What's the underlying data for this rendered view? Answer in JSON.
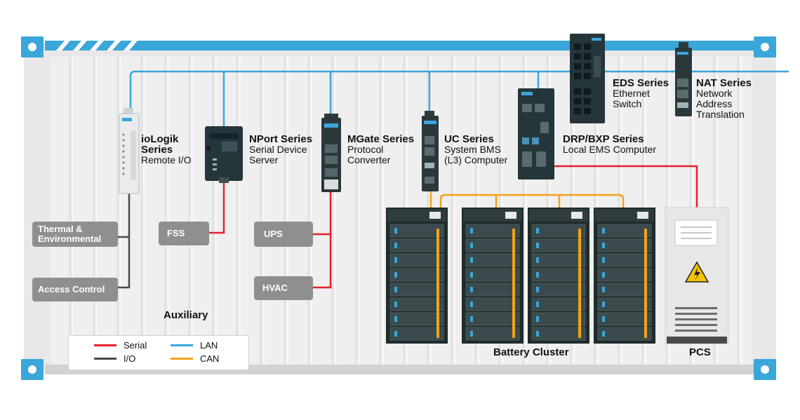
{
  "devices": {
    "iologik": {
      "title": "ioLogik\nSeries",
      "subtitle": "Remote I/O"
    },
    "nport": {
      "title": "NPort Series",
      "subtitle": "Serial Device\nServer"
    },
    "mgate": {
      "title": "MGate Series",
      "subtitle": "Protocol\nConverter"
    },
    "uc": {
      "title": "UC Series",
      "subtitle": "System BMS\n(L3) Computer"
    },
    "drp": {
      "title": "DRP/BXP Series",
      "subtitle": "Local EMS Computer"
    },
    "eds": {
      "title": "EDS Series",
      "subtitle": "Ethernet\nSwitch"
    },
    "nat": {
      "title": "NAT Series",
      "subtitle": "Network\nAddress\nTranslation"
    }
  },
  "auxiliary": {
    "thermal": "Thermal &\nEnvironmental",
    "access": "Access Control",
    "fss": "FSS",
    "ups": "UPS",
    "hvac": "HVAC",
    "caption": "Auxiliary"
  },
  "battery_cluster_label": "Battery Cluster",
  "pcs_label": "PCS",
  "legend": {
    "serial": {
      "label": "Serial",
      "color": "#e5202e"
    },
    "lan": {
      "label": "LAN",
      "color": "#3aa6da"
    },
    "io": {
      "label": "I/O",
      "color": "#4a4a4a"
    },
    "can": {
      "label": "CAN",
      "color": "#f2a21b"
    }
  },
  "colors": {
    "container_blue": "#3aa6da",
    "container_gray": "#e6e6e6",
    "rack": "#1f2b2c",
    "box_gray": "#8f8f8f"
  }
}
